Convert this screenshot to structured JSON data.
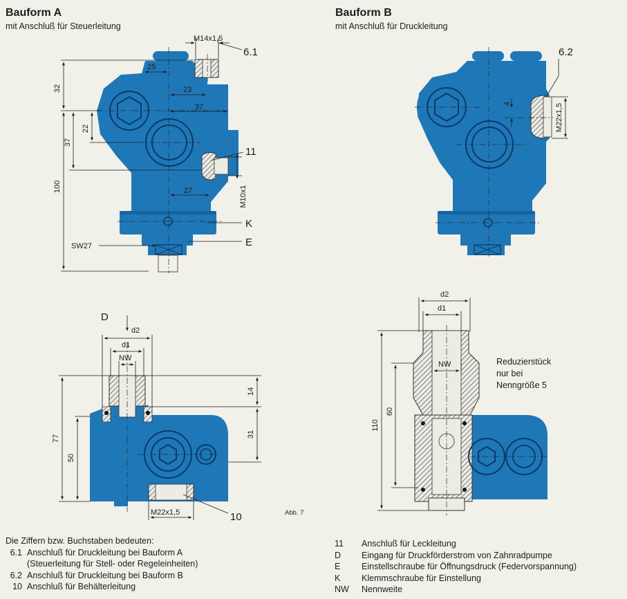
{
  "form_a": {
    "title": "Bauform A",
    "subtitle": "mit Anschluß für Steuerleitung"
  },
  "form_b": {
    "title": "Bauform B",
    "subtitle": "mit Anschluß für Druckleitung"
  },
  "dims_a": {
    "m14": "M14x1,5",
    "p61": "6.1",
    "d32": "32",
    "d25": "25",
    "d23": "23",
    "d37": "37",
    "d37v": "37",
    "d22": "22",
    "d100": "100",
    "p11": "11",
    "d27": "27",
    "m10": "M10x1",
    "pk": "K",
    "sw": "SW27",
    "pe": "E"
  },
  "dims_b": {
    "p62": "6.2",
    "d4": "4",
    "m22": "M22x1,5"
  },
  "dims_c": {
    "pd": "D",
    "d2": "d2",
    "d1": "d1",
    "nw": "NW",
    "d14": "14",
    "d31": "31",
    "d77": "77",
    "d50": "50",
    "m22": "M22x1,5",
    "p10": "10"
  },
  "fig_label": "Abb. 7",
  "dims_d": {
    "d2": "d2",
    "d1": "d1",
    "nw": "NW",
    "d60": "60",
    "d110": "110",
    "note": [
      "Reduzierstück",
      "nur bei",
      "Nenngröße 5"
    ]
  },
  "legend": {
    "intro": "Die Ziffern bzw. Buchstaben bedeuten:",
    "left": [
      {
        "key": "6.1",
        "text": "Anschluß für Druckleitung bei Bauform A"
      },
      {
        "key": "",
        "text": "(Steuerleitung für Stell- oder Regeleinheiten)"
      },
      {
        "key": "6.2",
        "text": "Anschluß für Druckleitung bei Bauform B"
      },
      {
        "key": "10",
        "text": "Anschluß für Behälterleitung"
      }
    ],
    "right": [
      {
        "key": "11",
        "text": "Anschluß für Leckleitung"
      },
      {
        "key": "D",
        "text": "Eingang für Druckförderstrom von Zahnradpumpe"
      },
      {
        "key": "E",
        "text": "Einstellschraube für Öffnungsdruck (Federvorspannung)"
      },
      {
        "key": "K",
        "text": "Klemmschraube für Einstellung"
      },
      {
        "key": "NW",
        "text": "Nennweite"
      }
    ]
  },
  "colors": {
    "body": "#1e78b8",
    "dark": "#0d4f86",
    "hatch": "#5f5f5f",
    "paper": "#f1f0e9"
  }
}
